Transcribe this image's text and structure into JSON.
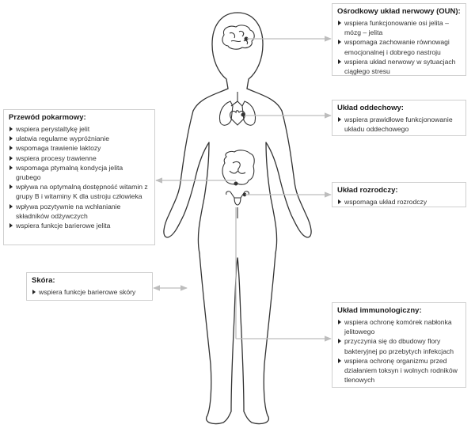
{
  "boxes": [
    {
      "key": "cns",
      "title": "Ośrodkowy układ nerwowy (OUN):",
      "items": [
        "wspiera funkcjonowanie osi jelita – mózg – jelita",
        "wspomaga zachowanie równowagi emocjonalnej i dobrego nastroju",
        "wspiera układ nerwowy w sytuacjach ciągłego stresu"
      ]
    },
    {
      "key": "respiratory",
      "title": "Układ oddechowy:",
      "items": [
        "wspiera prawidłowe funkcjonowanie układu oddechowego"
      ]
    },
    {
      "key": "reproductive",
      "title": "Układ rozrodczy:",
      "items": [
        "wspomaga układ rozrodczy"
      ]
    },
    {
      "key": "immune",
      "title": "Układ immunologiczny:",
      "items": [
        "wspiera ochronę komórek nabłonka jelitowego",
        "przyczynia się do dbudowy flory bakteryjnej po przebytych infekcjach",
        "wspiera ochronę organizmu przed działaniem toksyn i wolnych rodników tlenowych"
      ]
    },
    {
      "key": "digestive",
      "title": "Przewód pokarmowy:",
      "items": [
        "wspiera perystaltykę jelit",
        "ułatwia regularne wypróżnianie",
        "wspomaga trawienie laktozy",
        "wspiera procesy trawienne",
        "wspomaga ptymalną kondycja jelita grubego",
        "wpływa na optymalną dostępność witamin z grupy B i witaminy K dla ustroju człowieka",
        "wpływa pozytywnie na wchłanianie składników odżywczych",
        "wspiera funkcje barierowe jelita"
      ]
    },
    {
      "key": "skin",
      "title": "Skóra:",
      "items": [
        "wspiera funkcje barierowe skóry"
      ]
    }
  ],
  "colors": {
    "outline": "#333333",
    "arrow": "#bdbdbd",
    "box_border": "#cfcfcf"
  }
}
